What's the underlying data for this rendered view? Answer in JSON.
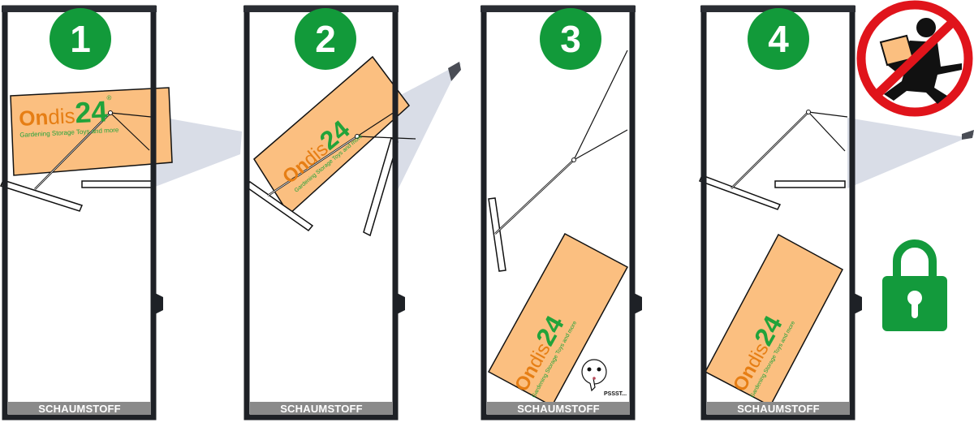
{
  "colors": {
    "frame": "#1e2126",
    "step_badge": "#129a3a",
    "box_fill": "#fbbf80",
    "box_stroke": "#111111",
    "logo_orange": "#e67e14",
    "logo_green": "#22a33a",
    "foam": "#8a8a8a",
    "flap": "#d8dce6",
    "no_sign_red": "#e0141b",
    "lock_green": "#139a3c"
  },
  "brand": {
    "name_part1": "On",
    "name_part2": "dis",
    "name_number": "24",
    "registered": "®",
    "tagline": "Gardening Storage Toys and more"
  },
  "panels": [
    {
      "step": "1",
      "foam_label": "SCHAUMSTOFF",
      "state": "box inserted into flap"
    },
    {
      "step": "2",
      "foam_label": "SCHAUMSTOFF",
      "state": "flap tilts, box slides in"
    },
    {
      "step": "3",
      "foam_label": "SCHAUMSTOFF",
      "state": "box drops onto foam",
      "caption": "PSSST..."
    },
    {
      "step": "4",
      "foam_label": "SCHAUMSTOFF",
      "state": "flap closed, box secured"
    }
  ],
  "icons": {
    "no_theft": "no-theft-sign-icon",
    "lock": "padlock-icon",
    "shush": "shush-face-icon"
  }
}
